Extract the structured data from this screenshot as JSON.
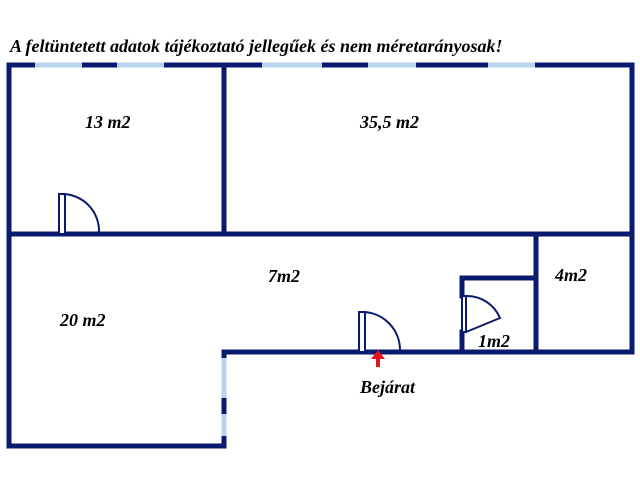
{
  "title": "A feltüntetett adatok tájékoztató jellegűek és nem méretarányosak!",
  "rooms": [
    {
      "id": "room-1",
      "label": "13 m2"
    },
    {
      "id": "room-2",
      "label": "35,5 m2"
    },
    {
      "id": "room-3",
      "label": "7m2"
    },
    {
      "id": "room-4",
      "label": "20 m2"
    },
    {
      "id": "room-5",
      "label": "4m2"
    },
    {
      "id": "room-6",
      "label": "1m2"
    }
  ],
  "entrance": {
    "label": "Bejárat",
    "icon": "up-arrow-icon"
  },
  "colors": {
    "wall": "#0a1a6e",
    "window": "#b9d3ee",
    "arrow": "#e0141e"
  }
}
